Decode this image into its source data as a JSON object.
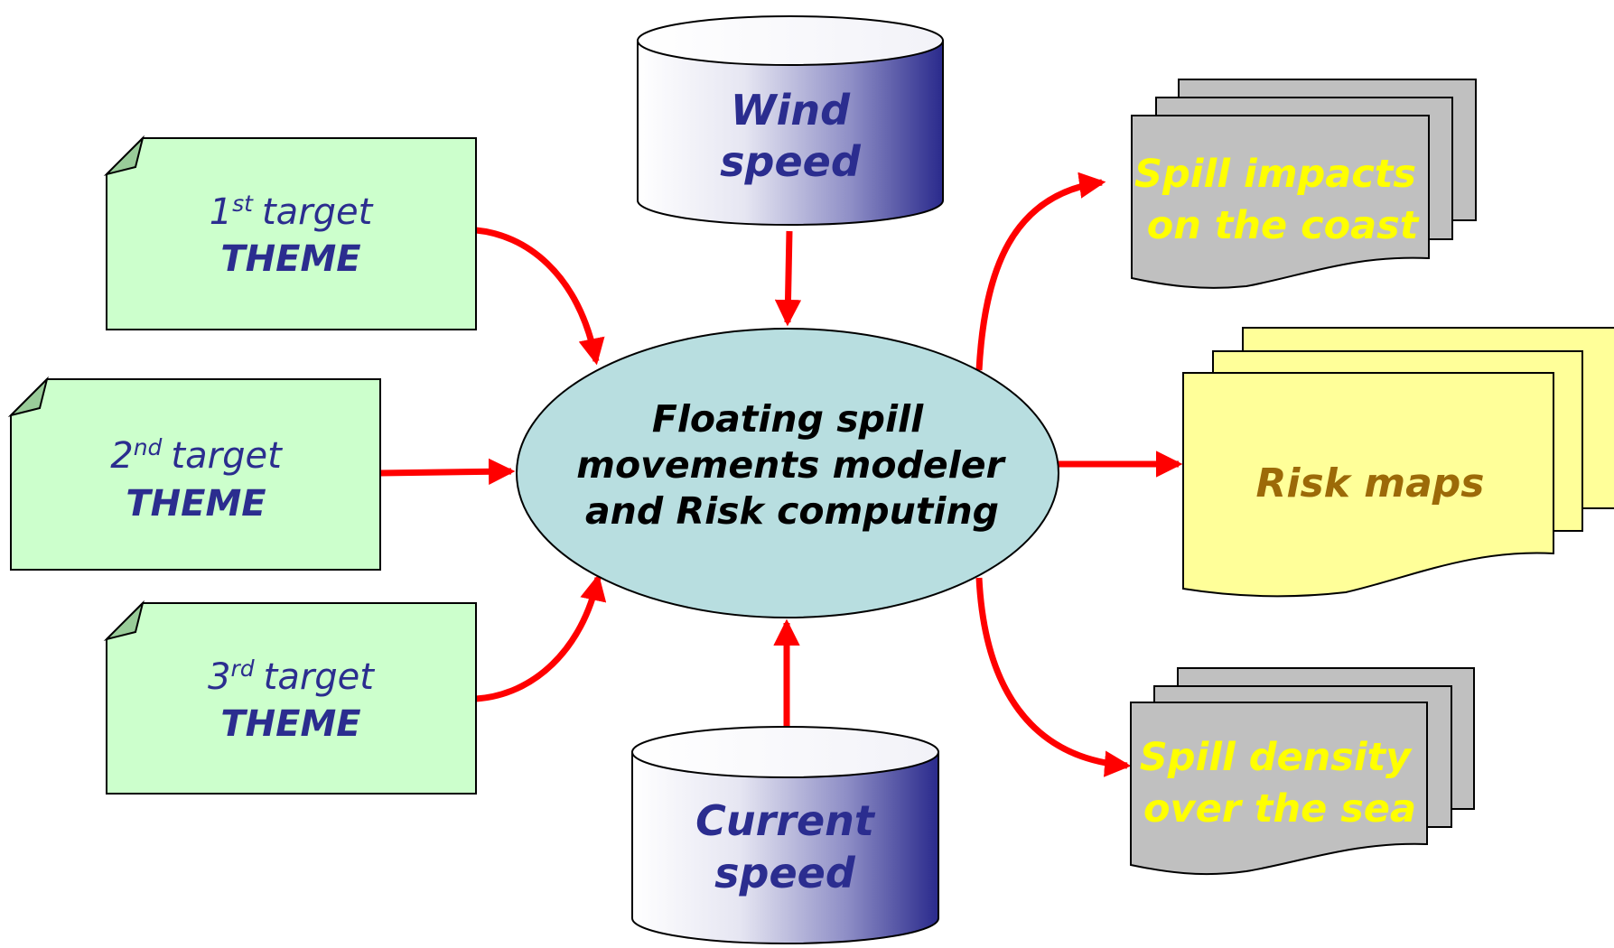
{
  "colors": {
    "arrow": "#ff0000",
    "theme_fill": "#ccffcc",
    "theme_fold": "#99cc99",
    "theme_text": "#2b2d8f",
    "db_light": "#ffffff",
    "db_dark": "#2a2a8c",
    "db_text": "#2b2d8f",
    "core_fill": "#b8dee0",
    "core_text": "#000000",
    "gray_doc_fill": "#c0c0c0",
    "gray_doc_text": "#ffff00",
    "risk_doc_fill": "#ffff99",
    "risk_text": "#9c6a08"
  },
  "inputs": {
    "themes": [
      {
        "ordinal": "1",
        "suffix": "st",
        "word": "target",
        "label": "THEME"
      },
      {
        "ordinal": "2",
        "suffix": "nd",
        "word": "target",
        "label": "THEME"
      },
      {
        "ordinal": "3",
        "suffix": "rd",
        "word": "target",
        "label": "THEME"
      }
    ],
    "wind": {
      "line1": "Wind",
      "line2": "speed"
    },
    "current": {
      "line1": "Current",
      "line2": "speed"
    }
  },
  "core": {
    "line1": "Floating spill",
    "line2": "movements modeler",
    "line3": "and Risk computing"
  },
  "outputs": {
    "coast": {
      "line1": "Spill impacts",
      "line2": "on the coast"
    },
    "risk": {
      "label": "Risk maps"
    },
    "sea": {
      "line1": "Spill density",
      "line2": "over the sea"
    }
  }
}
